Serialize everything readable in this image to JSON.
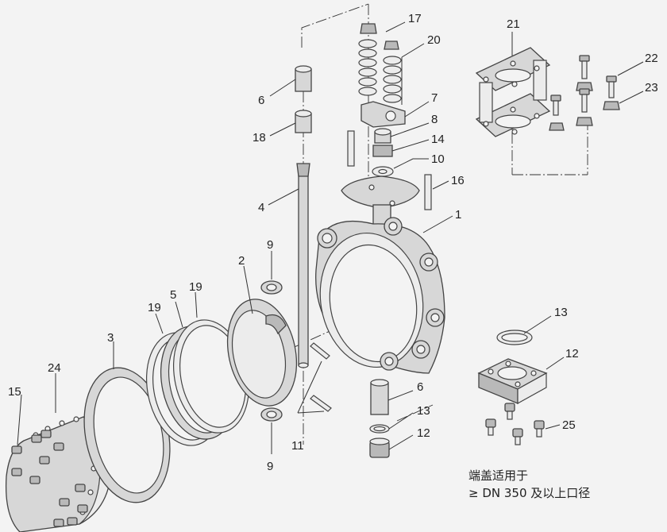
{
  "callouts": {
    "c1": "1",
    "c2": "2",
    "c3": "3",
    "c4": "4",
    "c5": "5",
    "c6a": "6",
    "c6b": "6",
    "c7": "7",
    "c8": "8",
    "c9a": "9",
    "c9b": "9",
    "c10": "10",
    "c11": "11",
    "c12a": "12",
    "c12b": "12",
    "c13a": "13",
    "c13b": "13",
    "c14": "14",
    "c15": "15",
    "c16": "16",
    "c17": "17",
    "c18": "18",
    "c19a": "19",
    "c19b": "19",
    "c20": "20",
    "c21": "21",
    "c22": "22",
    "c23": "23",
    "c24": "24",
    "c25": "25"
  },
  "note": {
    "line1": "端盖适用于",
    "line2": "≥ DN 350 及以上口径"
  }
}
